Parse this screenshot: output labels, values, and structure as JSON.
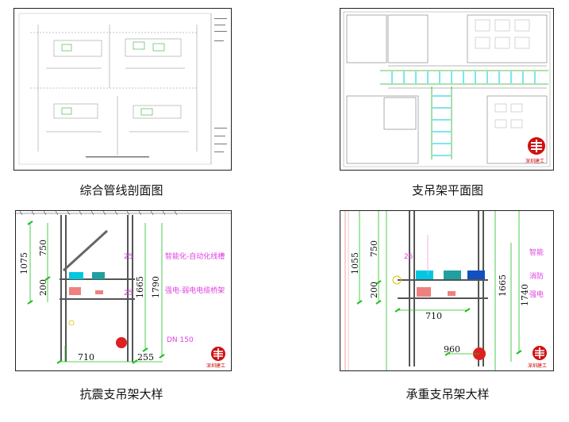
{
  "captions": {
    "p1": "综合管线剖面图",
    "p2": "支吊架平面图",
    "p3": "抗震支吊架大样",
    "p4": "承重支吊架大样"
  },
  "panel3": {
    "dims": {
      "d1075": "1075",
      "d750": "750",
      "d200": "200",
      "d1665": "1665",
      "d1790": "1790",
      "d710": "710",
      "d255": "255"
    },
    "notes": {
      "n1": "智能化-自动化线槽",
      "n2": "强电-弱电电缆桥架"
    }
  },
  "panel4": {
    "dims": {
      "d1055": "1055",
      "d750": "750",
      "d200": "200",
      "d1665": "1665",
      "d1740": "1740",
      "d710": "710",
      "d960": "960"
    },
    "notes": {
      "n1": "智能",
      "n2": "消防",
      "n3": "强电"
    }
  },
  "logo": {
    "text": "深圳建工",
    "color": "#d01010"
  },
  "colors": {
    "cyan": "#00c8e0",
    "blue": "#1050c0",
    "green": "#20c020",
    "magenta": "#e040e0",
    "red": "#e02020",
    "pink": "#f08080"
  }
}
